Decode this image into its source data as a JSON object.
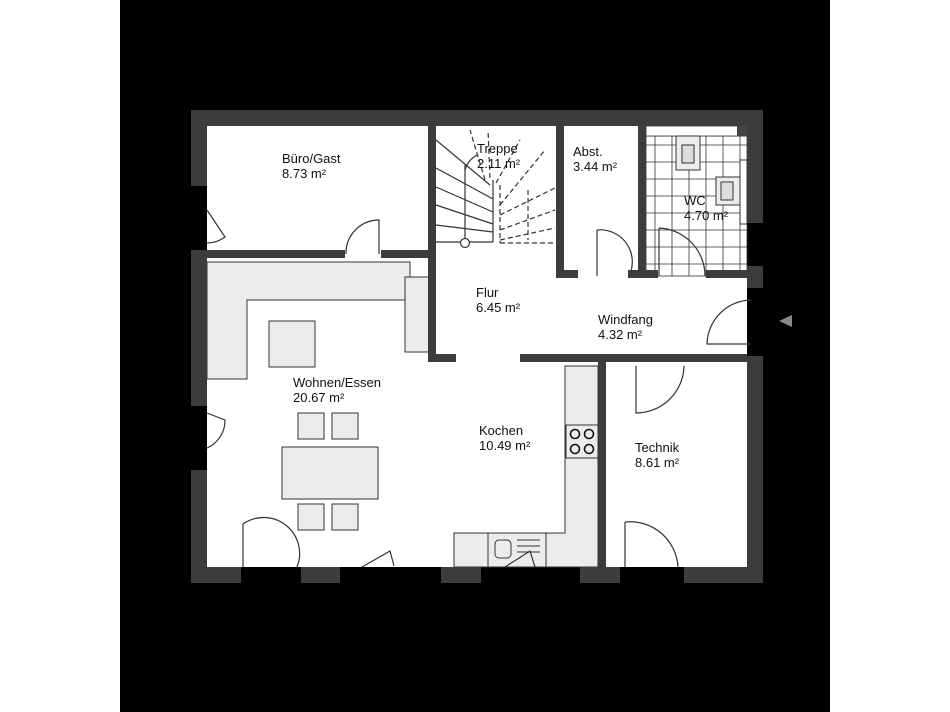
{
  "plan": {
    "title": "Floor plan",
    "colors": {
      "background": "#000000",
      "wall": "#3c3c3c",
      "floor": "#ffffff",
      "furniture": "#ececec",
      "line": "#333333"
    },
    "entrance_marker": "entrance-arrow",
    "rooms": [
      {
        "name": "Büro/Gast",
        "area": "8.73 m²"
      },
      {
        "name": "Treppe",
        "area": "2.11 m²"
      },
      {
        "name": "Abst.",
        "area": "3.44 m²"
      },
      {
        "name": "WC",
        "area": "4.70 m²"
      },
      {
        "name": "Flur",
        "area": "6.45 m²"
      },
      {
        "name": "Windfang",
        "area": "4.32 m²"
      },
      {
        "name": "Wohnen/Essen",
        "area": "20.67 m²"
      },
      {
        "name": "Kochen",
        "area": "10.49 m²"
      },
      {
        "name": "Technik",
        "area": "8.61 m²"
      }
    ]
  }
}
